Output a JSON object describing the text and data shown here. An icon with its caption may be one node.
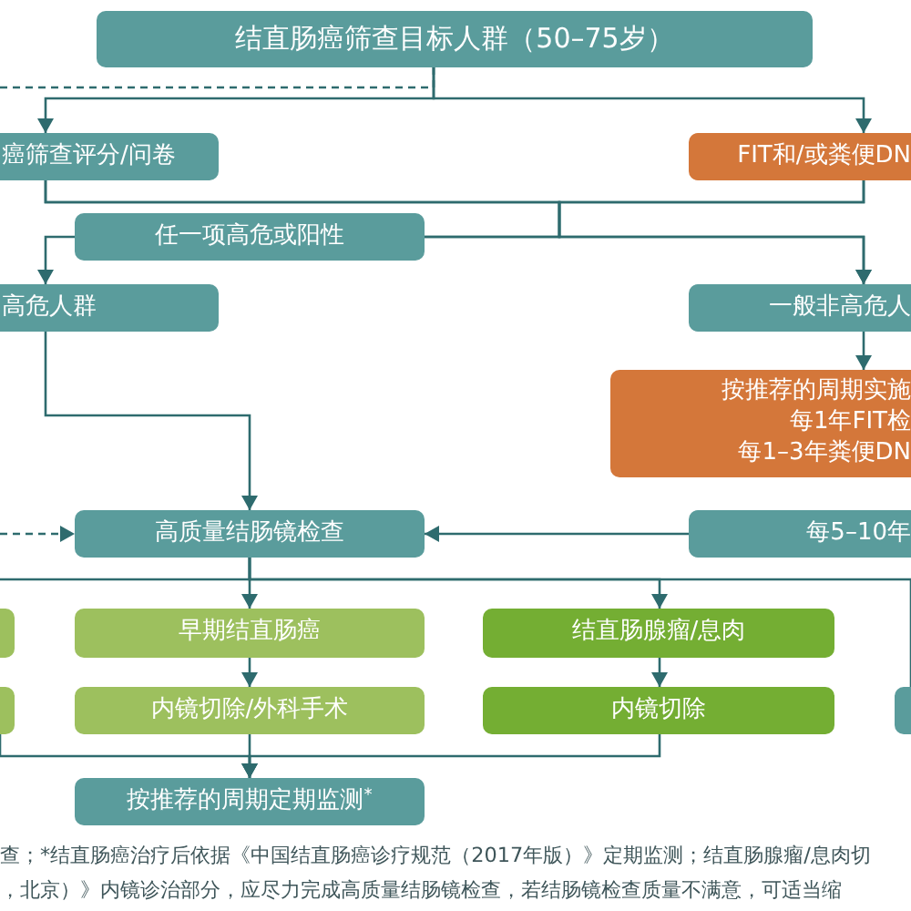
{
  "diagram": {
    "nodes": [
      {
        "text": [
          "结直肠癌筛查目标人群（50–75岁）"
        ]
      },
      {
        "text": [
          "癌筛查评分/问卷"
        ]
      },
      {
        "text": [
          "FIT和/或粪便DN"
        ]
      },
      {
        "text": [
          "任一项高危或阳性"
        ]
      },
      {
        "text": [
          "高危人群"
        ]
      },
      {
        "text": [
          "一般非高危人"
        ]
      },
      {
        "text": [
          "按推荐的周期实施",
          "每1年FIT检",
          "每1–3年粪便DN"
        ]
      },
      {
        "text": [
          "高质量结肠镜检查"
        ]
      },
      {
        "text": [
          "每5–10年"
        ]
      },
      {
        "text": [],
        "shape": "box"
      },
      {
        "text": [
          "早期结直肠癌"
        ]
      },
      {
        "text": [
          "结直肠腺瘤/息肉"
        ]
      },
      {
        "text": [],
        "shape": "box"
      },
      {
        "text": [
          "内镜切除/外科手术"
        ]
      },
      {
        "text": [
          "内镜切除"
        ]
      },
      {
        "text": [],
        "shape": "box"
      },
      {
        "text": [
          "按推荐的周期定期监测$^{*}$"
        ]
      }
    ],
    "edges": [
      {
        "from": 0,
        "to": 1,
        "arrow": "to"
      },
      {
        "from": 0,
        "to": 2,
        "arrow": "to"
      },
      {
        "from": 0,
        "to": null,
        "arrow": "none",
        "style": "dashed"
      },
      {
        "from": 1,
        "to": 3,
        "arrow": "none"
      },
      {
        "from": 2,
        "to": 3,
        "arrow": "none"
      },
      {
        "from": 1,
        "to": 5,
        "arrow": "to"
      },
      {
        "from": 2,
        "to": 5,
        "arrow": "to"
      },
      {
        "from": 3,
        "to": 4,
        "arrow": "to"
      },
      {
        "from": 5,
        "to": 6,
        "arrow": "to"
      },
      {
        "from": 4,
        "to": 7,
        "arrow": "to"
      },
      {
        "from": null,
        "to": 7,
        "arrow": "to",
        "style": "dashed"
      },
      {
        "from": 8,
        "to": 7,
        "arrow": "to"
      },
      {
        "from": 7,
        "to": 10,
        "arrow": "to"
      },
      {
        "from": 7,
        "to": 11,
        "arrow": "to"
      },
      {
        "from": 7,
        "to": null,
        "arrow": "none"
      },
      {
        "from": 7,
        "to": 15,
        "arrow": "none"
      },
      {
        "from": 10,
        "to": 13,
        "arrow": "to"
      },
      {
        "from": 11,
        "to": 14,
        "arrow": "to"
      },
      {
        "from": 13,
        "to": 16,
        "arrow": "to"
      },
      {
        "from": 14,
        "to": 16,
        "arrow": "to"
      },
      {
        "from": 12,
        "to": 16,
        "arrow": "to"
      }
    ],
    "labels": [
      "查；*结直肠癌治疗后依据《中国结直肠癌诊疗规范（2017年版）》定期监测；结直肠腺瘤/息肉切",
      "，北京）》内镜诊治部分，应尽力完成高质量结肠镜检查，若结肠镜检查质量不满意，可适当缩"
    ]
  }
}
